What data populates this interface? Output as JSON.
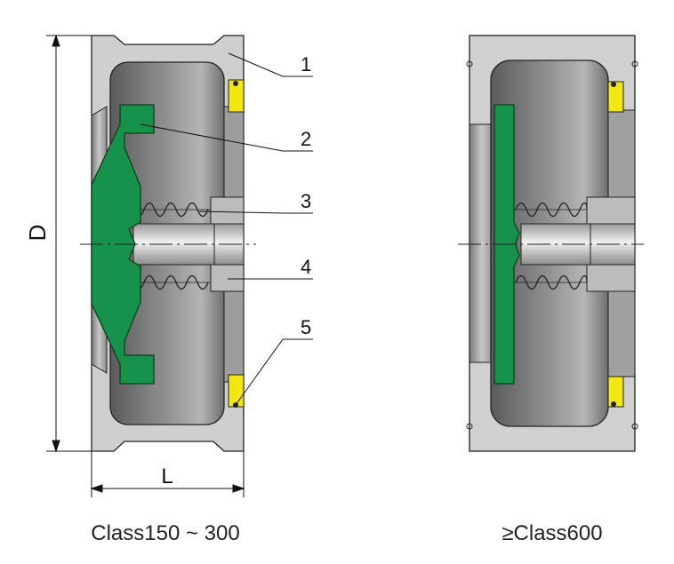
{
  "dimensions": {
    "height_label": "D",
    "length_label": "L"
  },
  "callouts": [
    {
      "label": "1",
      "part": "body"
    },
    {
      "label": "2",
      "part": "disc"
    },
    {
      "label": "3",
      "part": "spring"
    },
    {
      "label": "4",
      "part": "shaft"
    },
    {
      "label": "5",
      "part": "seat ring"
    }
  ],
  "captions": {
    "left": "Class150 ~ 300",
    "right": "≥Class600"
  },
  "colors": {
    "body_dark": "#8c8c8c",
    "body_light": "#d2d2d2",
    "inner_cavity": "#5a5a5a",
    "disc": "#17924a",
    "seat": "#f2e613",
    "spring": "#222222",
    "dimension_lines": "#111111"
  }
}
